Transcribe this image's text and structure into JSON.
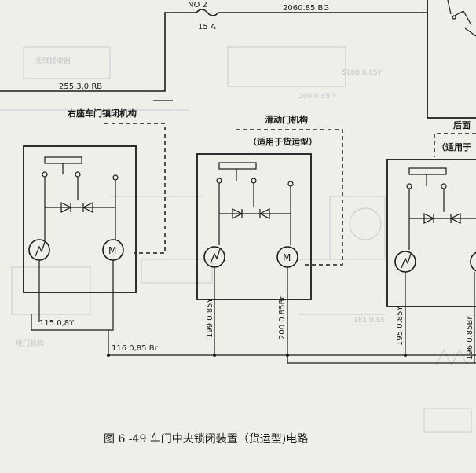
{
  "fuse": {
    "name": "NO 2",
    "rating": "15 A"
  },
  "wires": {
    "top_right": "2060.85 BG",
    "left_feed": "255.3,0 RB",
    "bottom_bus": "116  0,85 Br",
    "left_drop": "115  0,8Y",
    "slide_drop_1": "199 0.85Y",
    "slide_drop_2": "200 0.85Br",
    "right_drop_1": "195 0.85Y",
    "right_drop_2": "196 0.85Br"
  },
  "mechanisms": {
    "right_seat": {
      "title": "右座车门镇闭机构"
    },
    "sliding": {
      "title": "滑动门机构",
      "subtitle": "（适用于货运型）"
    },
    "rear": {
      "title": "后面",
      "subtitle": "（适用于"
    }
  },
  "motor_symbol": "M",
  "caption": "图 6 -49    车门中央锁闭装置（货运型)电路"
}
